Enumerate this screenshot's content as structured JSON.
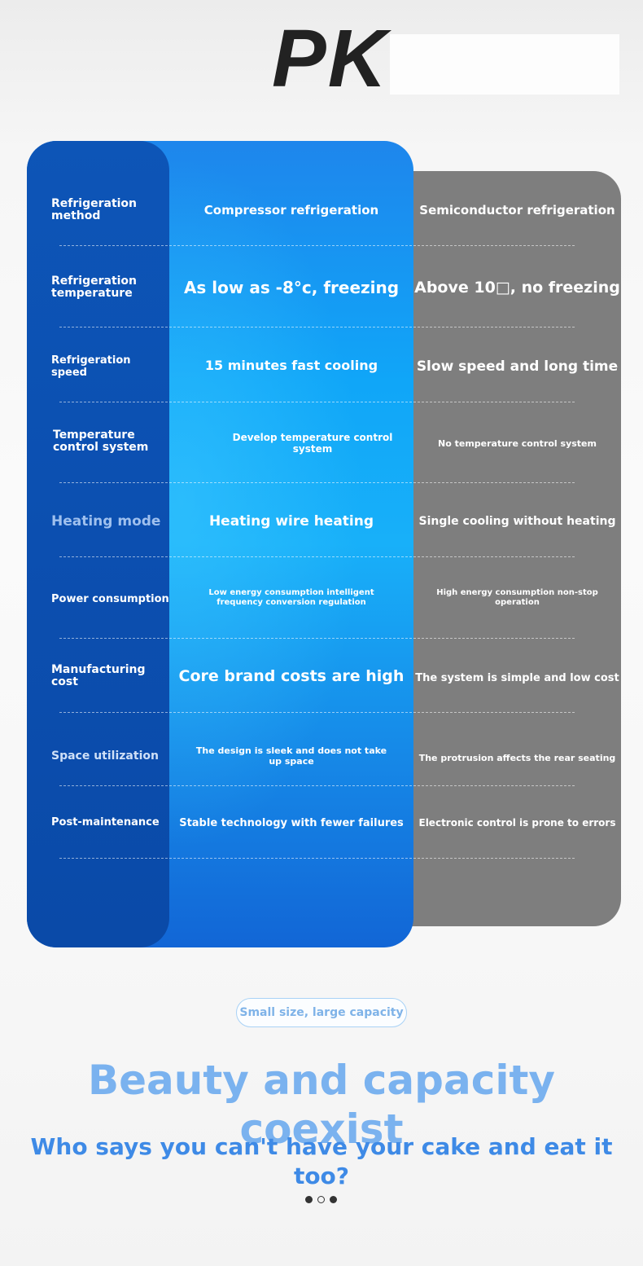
{
  "header": {
    "title": "PK"
  },
  "comparison": {
    "rows": [
      {
        "label": "Refrigeration method",
        "ours": "Compressor refrigeration",
        "theirs": "Semiconductor refrigeration"
      },
      {
        "label": "Refrigeration temperature",
        "ours": "As low as -8°c, freezing",
        "theirs": "Above 10□, no freezing"
      },
      {
        "label": "Refrigeration speed",
        "ours": "15 minutes fast cooling",
        "theirs": "Slow speed and long time"
      },
      {
        "label": "Temperature control system",
        "ours": "Develop temperature control system",
        "theirs": "No temperature control system"
      },
      {
        "label": "Heating mode",
        "ours": "Heating wire heating",
        "theirs": "Single cooling without heating"
      },
      {
        "label": "Power consumption",
        "ours": "Low energy consumption intelligent frequency conversion regulation",
        "theirs": "High energy consumption non-stop operation"
      },
      {
        "label": "Manufacturing cost",
        "ours": "Core brand costs are high",
        "theirs": "The system is simple and low cost"
      },
      {
        "label": "Space utilization",
        "ours": "The design is sleek and does not take up space",
        "theirs": "The protrusion affects the rear seating"
      },
      {
        "label": "Post-maintenance",
        "ours": "Stable technology with fewer failures",
        "theirs": "Electronic control is prone to errors"
      }
    ]
  },
  "feature": {
    "tag": "Small size, large capacity",
    "headline": "Beauty and capacity coexist",
    "subline": "Who says you can't have your cake and eat it too?"
  },
  "colors": {
    "ours_dark": "#0c4fb0",
    "ours_bright": "#18b0f9",
    "theirs": "#7e7e7e",
    "headline": "#7ab2ef",
    "subline": "#3e8ae6"
  }
}
